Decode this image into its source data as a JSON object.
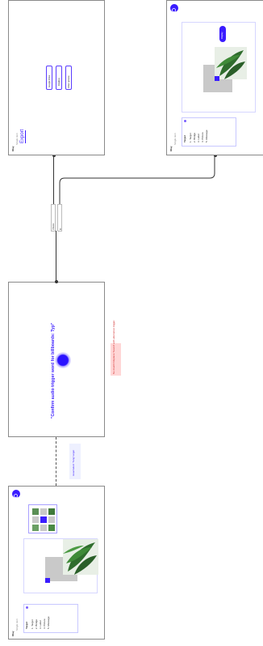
{
  "colors": {
    "accent": "#3a1cff",
    "frame_border": "#8a8a8a",
    "warning_bg": "#ffd6d6",
    "warning_text": "#d12a2a",
    "note_bg": "#eef0ff"
  },
  "icons": [
    "search-icon",
    "leaf-image",
    "confirm-dot"
  ],
  "screen_left": {
    "header_brand": "Olay",
    "header_sub": "Single item",
    "list_title": "Target",
    "list_items": [
      "1. Target",
      "2. Bridge",
      "3. Label",
      "4. Picture",
      "5. Message"
    ],
    "note_text": "Hear/select 'Tang' target"
  },
  "screen_middle": {
    "prompt": "\"Confirm audio trigger word for billboards: Typ\"",
    "warning": "No match! Replace 'Sound' with alternative trigger."
  },
  "junction": {
    "label_a": "Choice",
    "label_b": "B"
  },
  "screen_top_right": {
    "header_brand": "Olay",
    "header_sub": "Single item",
    "title": "Export",
    "buttons": [
      "Google Drive",
      "Dropbox",
      "Other options"
    ]
  },
  "screen_bottom_right": {
    "header_brand": "Olay",
    "header_sub": "Single item",
    "list_title": "Target",
    "list_items": [
      "1. Target",
      "2. Bridge",
      "3. Label",
      "4. Picture",
      "5. Message"
    ],
    "pill_label": "Display"
  }
}
